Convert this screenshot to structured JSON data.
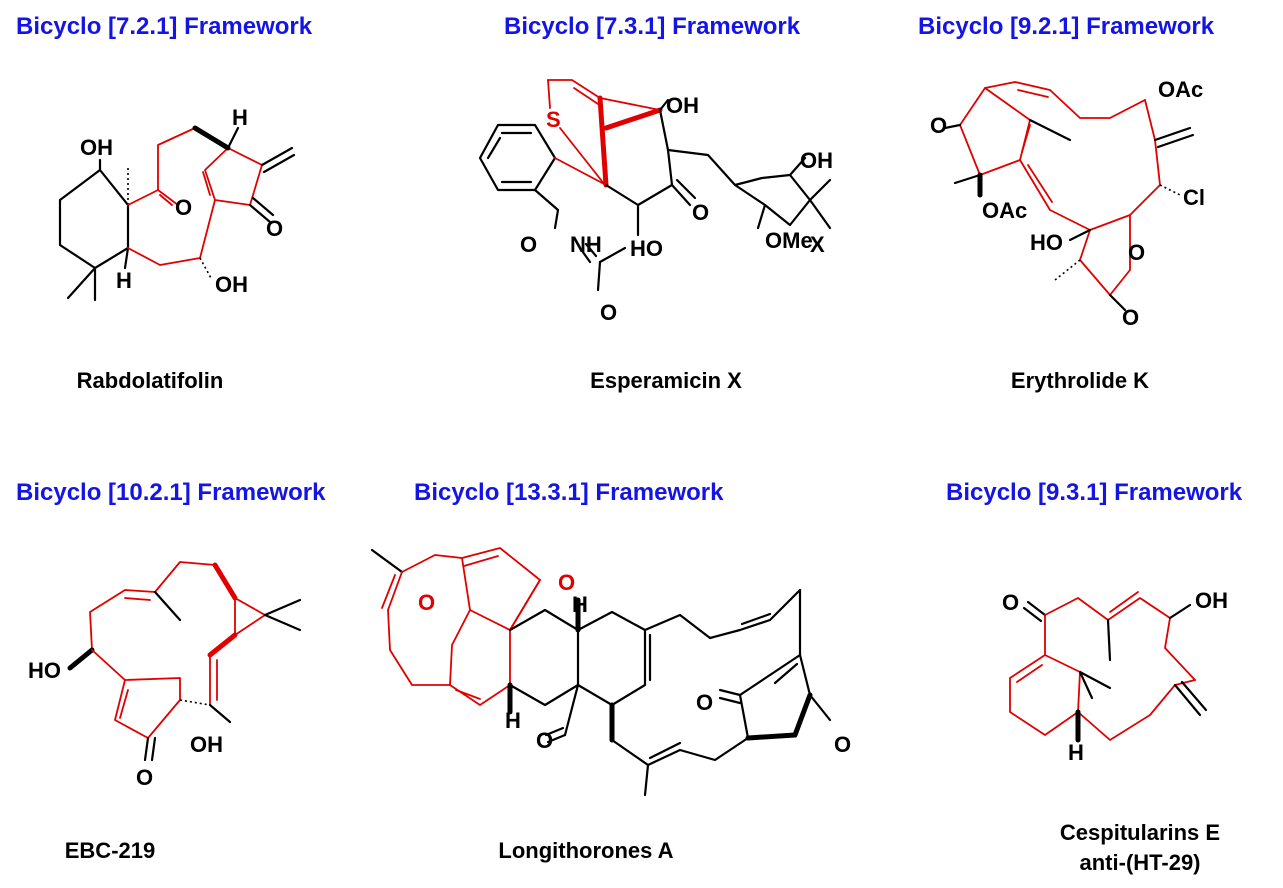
{
  "panels": [
    {
      "framework": "Bicyclo [7.2.1] Framework",
      "compound": "Rabdolatifolin",
      "atoms": [
        "OH",
        "H",
        "O",
        "O",
        "H",
        "OH"
      ]
    },
    {
      "framework": "Bicyclo [7.3.1] Framework",
      "compound": "Esperamicin X",
      "atoms": [
        "S",
        "OH",
        "O",
        "O",
        "HO",
        "NH",
        "O",
        "OMe",
        "X",
        "OH"
      ]
    },
    {
      "framework": "Bicyclo [9.2.1] Framework",
      "compound": "Erythrolide K",
      "atoms": [
        "OAc",
        "O",
        "OAc",
        "Cl",
        "HO",
        "O",
        "O"
      ]
    },
    {
      "framework": "Bicyclo [10.2.1] Framework",
      "compound": "EBC-219",
      "atoms": [
        "HO",
        "OH",
        "O"
      ]
    },
    {
      "framework": "Bicyclo [13.3.1] Framework",
      "compound": "Longithorones A",
      "atoms": [
        "O",
        "O",
        "H",
        "H",
        "O",
        "O",
        "O"
      ]
    },
    {
      "framework": "Bicyclo [9.3.1] Framework",
      "compound": "Cespitularins E",
      "compound_line2": "anti-(HT-29)",
      "atoms": [
        "O",
        "OH",
        "H"
      ]
    }
  ],
  "colors": {
    "framework_label": "#1414e6",
    "highlight_bonds": "#e00000",
    "bonds": "#000000"
  }
}
